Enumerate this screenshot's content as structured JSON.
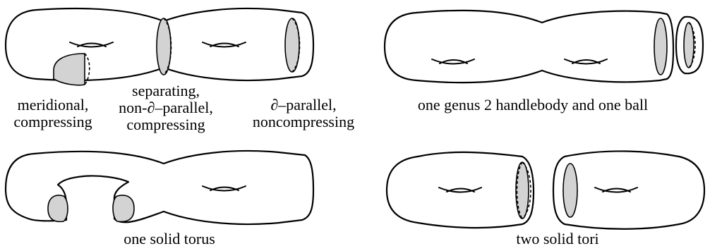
{
  "captions": {
    "meridional": [
      "meridional,",
      "compressing"
    ],
    "separating": [
      "separating,",
      "non-∂–parallel,",
      "compressing"
    ],
    "parallel": [
      "∂–parallel,",
      "noncompressing"
    ],
    "handlebody_ball": "one genus 2 handlebody and one ball",
    "solid_torus": "one solid torus",
    "two_tori": "two solid tori"
  },
  "colors": {
    "disk_fill": "#d3d3d3",
    "stroke": "#000000"
  }
}
